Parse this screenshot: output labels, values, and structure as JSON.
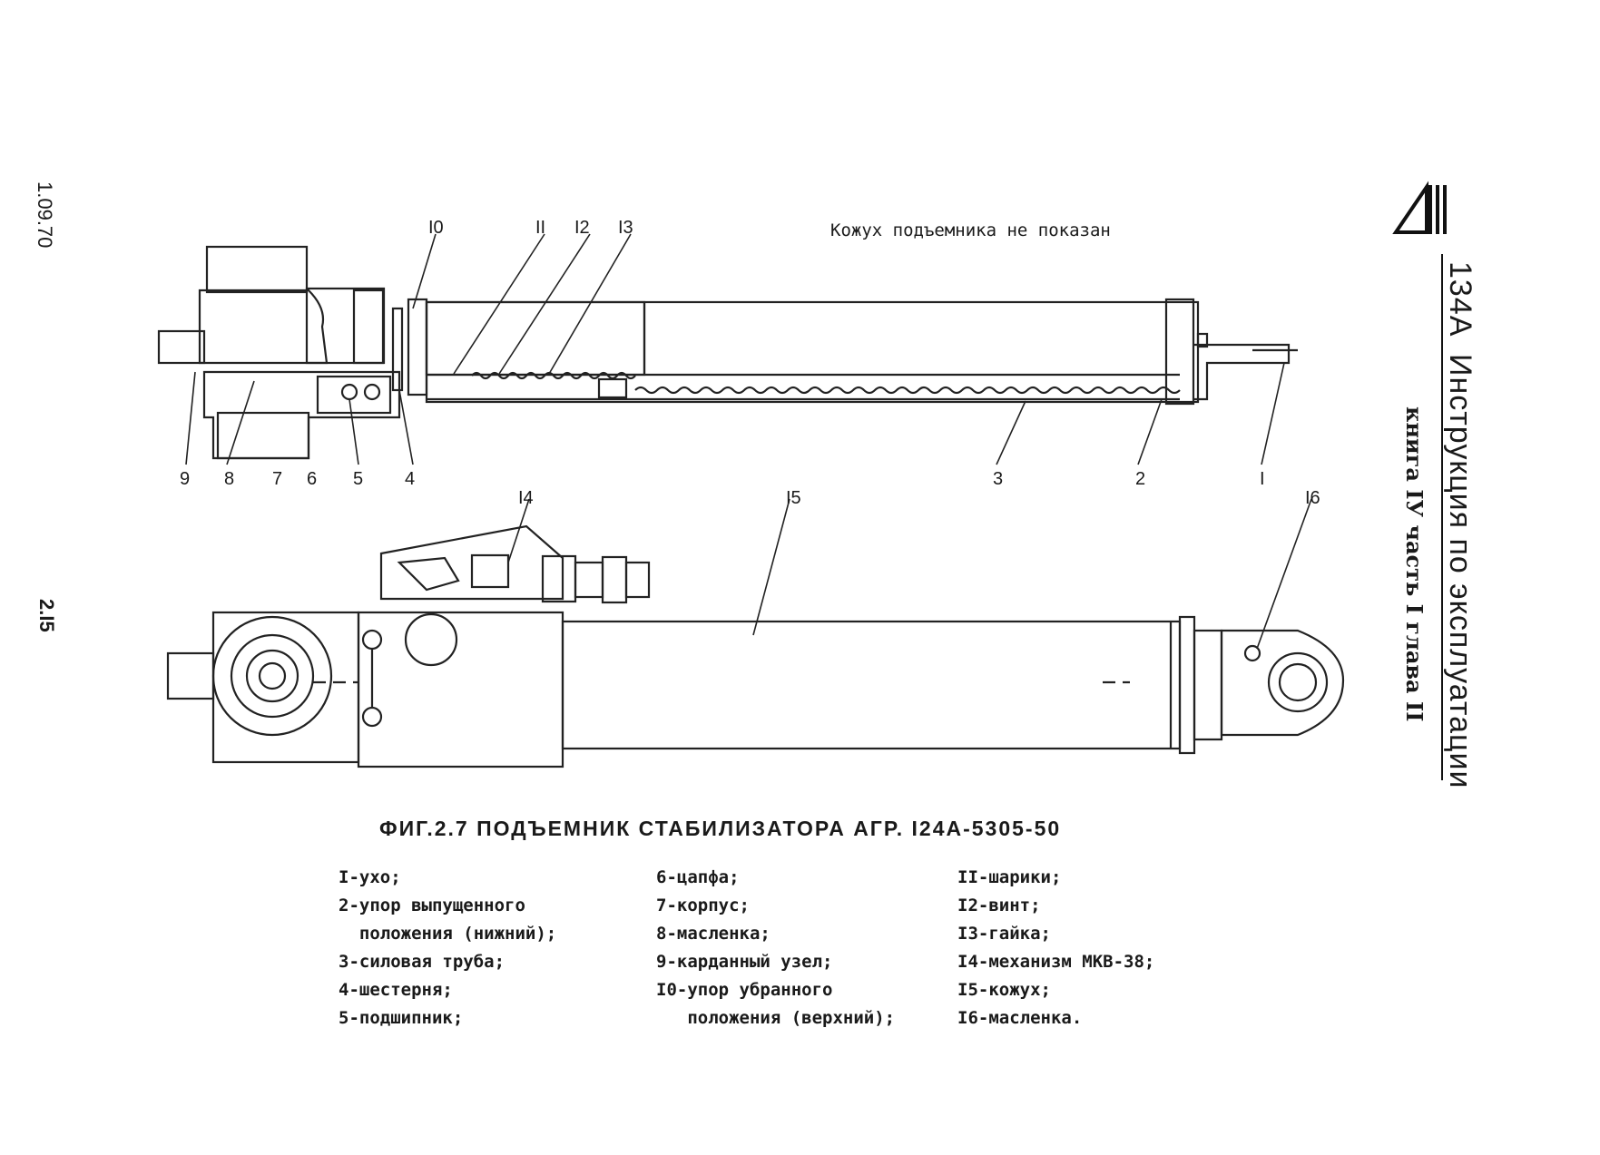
{
  "margin": {
    "date": "1.09.70",
    "page": "2.I5"
  },
  "sidebar": {
    "logo_mark": "Ту",
    "model": "134А",
    "title": "Инструкция по эксплуатации",
    "subtitle": "книга IУ часть I глава II"
  },
  "note": "Кожух подъемника не показан",
  "callouts_top": {
    "c10": "I0",
    "c11": "II",
    "c12": "I2",
    "c13": "I3",
    "c9": "9",
    "c8": "8",
    "c7": "7",
    "c6": "6",
    "c5": "5",
    "c4": "4",
    "c3": "3",
    "c2": "2",
    "c1": "I"
  },
  "callouts_bottom": {
    "c14": "I4",
    "c15": "I5",
    "c16": "I6"
  },
  "caption": "ФИГ.2.7  ПОДЪЕМНИК  СТАБИЛИЗАТОРА  АГР. I24А-5305-50",
  "legend": {
    "col1": [
      "I-ухо;",
      "2-упор выпущенного",
      "  положения (нижний);",
      "3-силовая труба;",
      "4-шестерня;",
      "5-подшипник;"
    ],
    "col2": [
      "6-цапфа;",
      "7-корпус;",
      "8-масленка;",
      "9-карданный узел;",
      "I0-упор убранного",
      "   положения (верхний);"
    ],
    "col3": [
      "II-шарики;",
      "I2-винт;",
      "I3-гайка;",
      "I4-механизм МКВ-38;",
      "I5-кожух;",
      "I6-масленка."
    ]
  }
}
